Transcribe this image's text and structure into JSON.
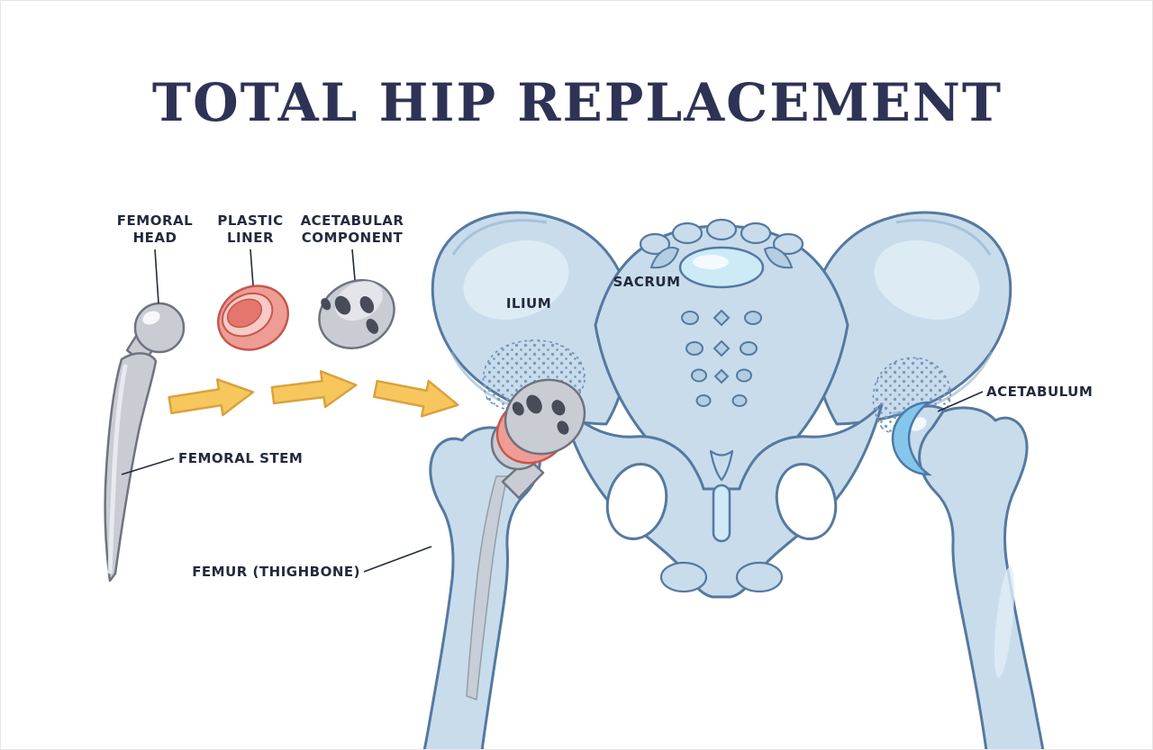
{
  "title": "TOTAL HIP REPLACEMENT",
  "labels": {
    "femoral_head": {
      "line1": "FEMORAL",
      "line2": "HEAD"
    },
    "plastic_liner": {
      "line1": "PLASTIC",
      "line2": "LINER"
    },
    "acetabular_component": {
      "line1": "ACETABULAR",
      "line2": "COMPONENT"
    },
    "femoral_stem": "FEMORAL STEM",
    "femur": "FEMUR (THIGHBONE)",
    "ilium": "ILIUM",
    "sacrum": "SACRUM",
    "acetabulum": "ACETABULUM"
  },
  "palette": {
    "title_color": "#2e3356",
    "label_color": "#232a3d",
    "bone_fill": "#c8dcec",
    "bone_outline": "#55799f",
    "bone_highlight": "#e0edf6",
    "arrow_fill": "#f7c75e",
    "arrow_outline": "#d9a23c",
    "implant_fill": "#c9ccd3",
    "implant_outline": "#6e7380",
    "liner_fill": "#ef9c94",
    "liner_outline": "#c4574e",
    "acetabulum_fill": "#85c6ec"
  }
}
